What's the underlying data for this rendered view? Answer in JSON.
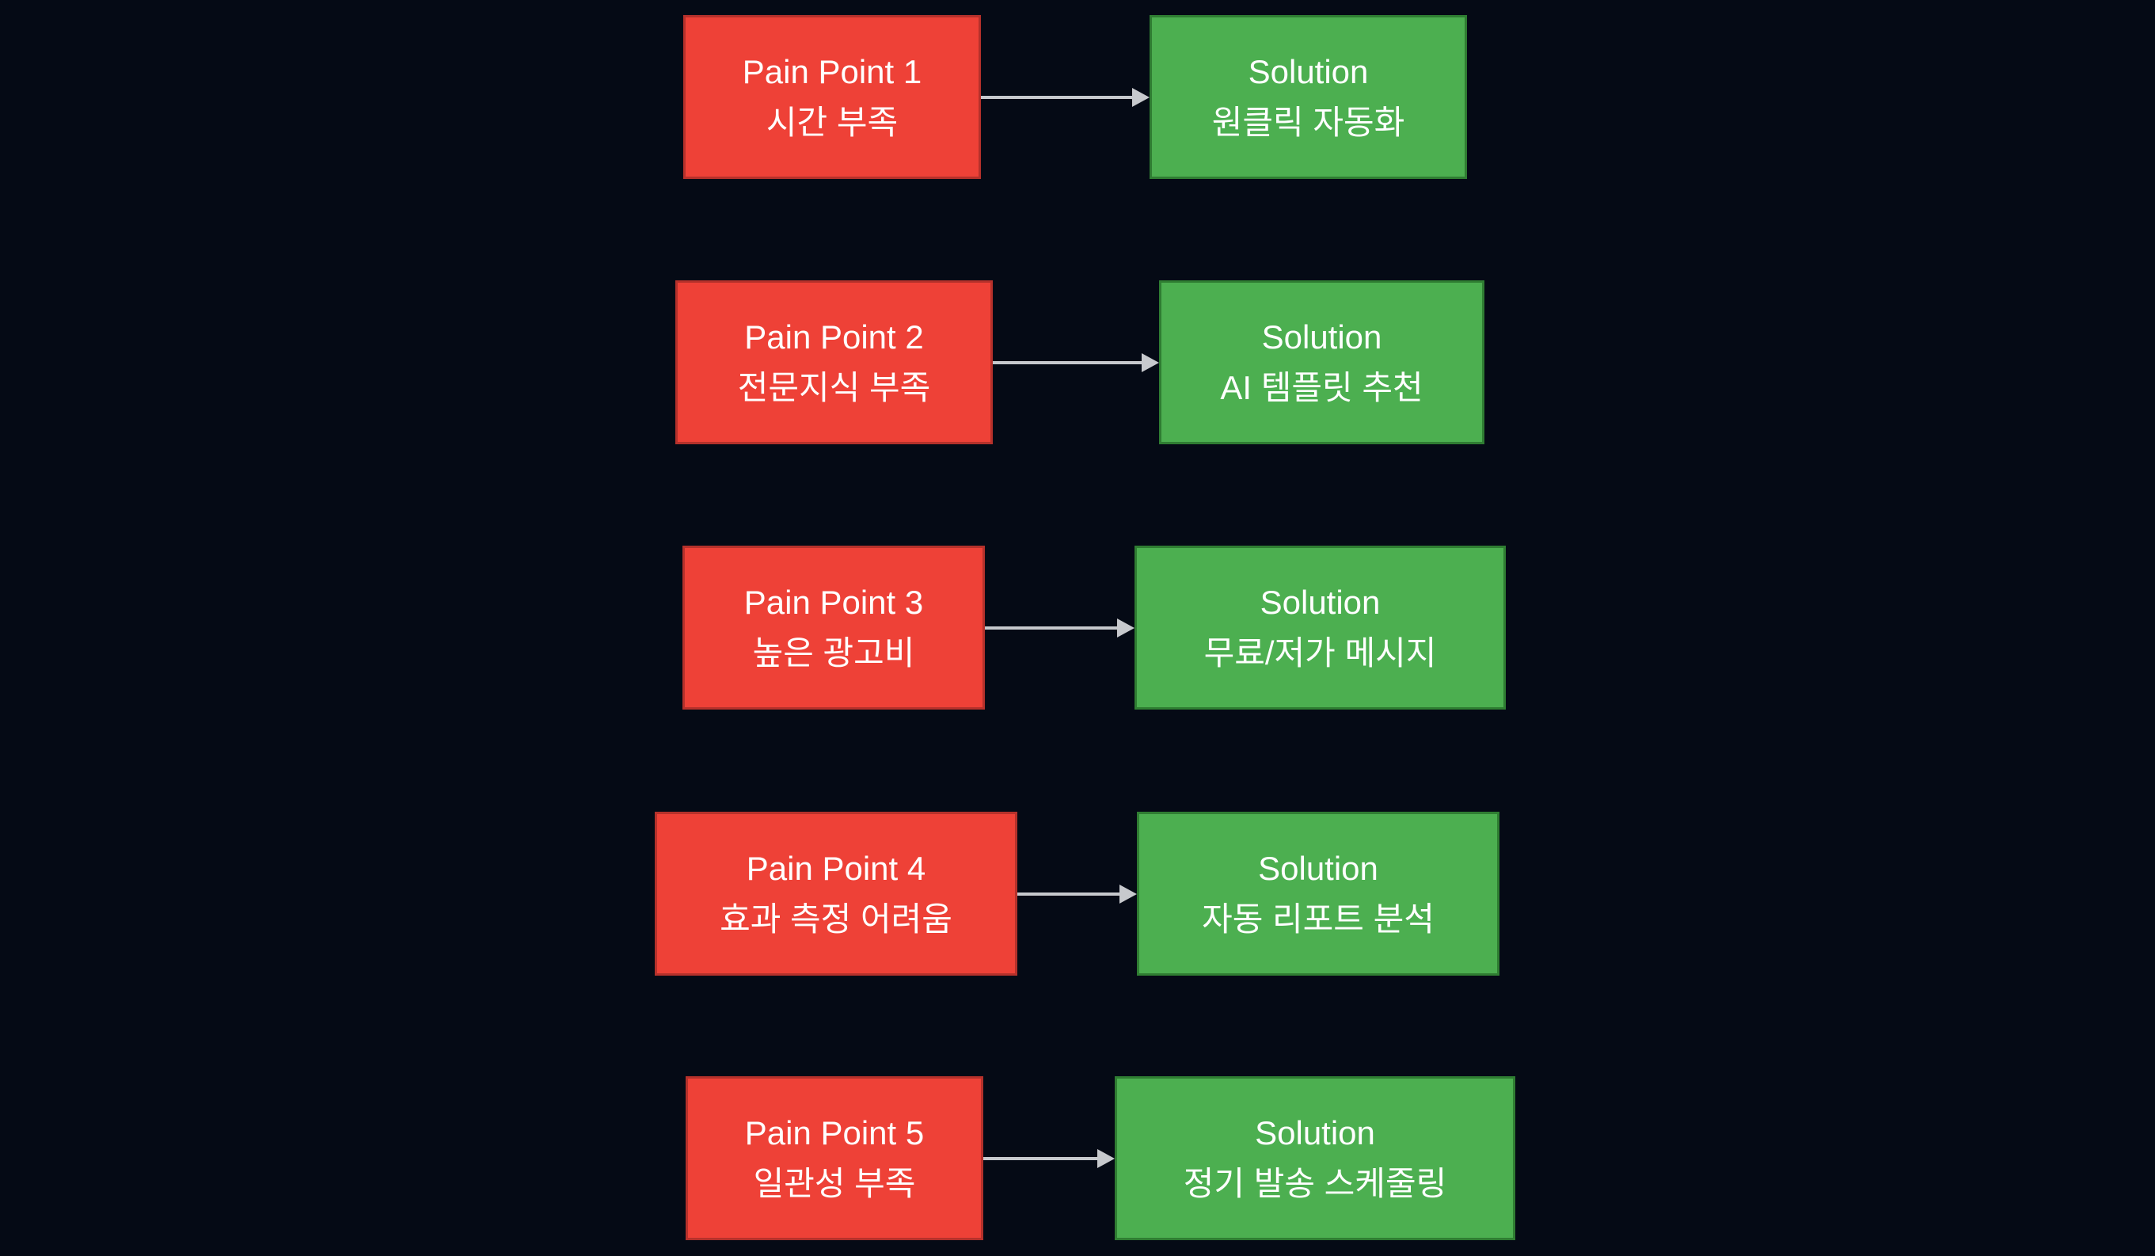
{
  "diagram": {
    "rows": [
      {
        "pain": {
          "title": "Pain Point 1",
          "subtitle": "시간 부족"
        },
        "solution": {
          "title": "Solution",
          "subtitle": "원클릭 자동화"
        }
      },
      {
        "pain": {
          "title": "Pain Point 2",
          "subtitle": "전문지식 부족"
        },
        "solution": {
          "title": "Solution",
          "subtitle": "AI 템플릿 추천"
        }
      },
      {
        "pain": {
          "title": "Pain Point 3",
          "subtitle": "높은 광고비"
        },
        "solution": {
          "title": "Solution",
          "subtitle": "무료/저가 메시지"
        }
      },
      {
        "pain": {
          "title": "Pain Point 4",
          "subtitle": "효과 측정 어려움"
        },
        "solution": {
          "title": "Solution",
          "subtitle": "자동 리포트 분석"
        }
      },
      {
        "pain": {
          "title": "Pain Point 5",
          "subtitle": "일관성 부족"
        },
        "solution": {
          "title": "Solution",
          "subtitle": "정기 발송 스케줄링"
        }
      }
    ],
    "colors": {
      "bg": "#050a15",
      "pain_fill": "#ee4137",
      "pain_border": "#b5312b",
      "solution_fill": "#4caf50",
      "solution_border": "#2f7d32",
      "arrow": "#c7c9cd",
      "text": "#ffffff"
    }
  }
}
